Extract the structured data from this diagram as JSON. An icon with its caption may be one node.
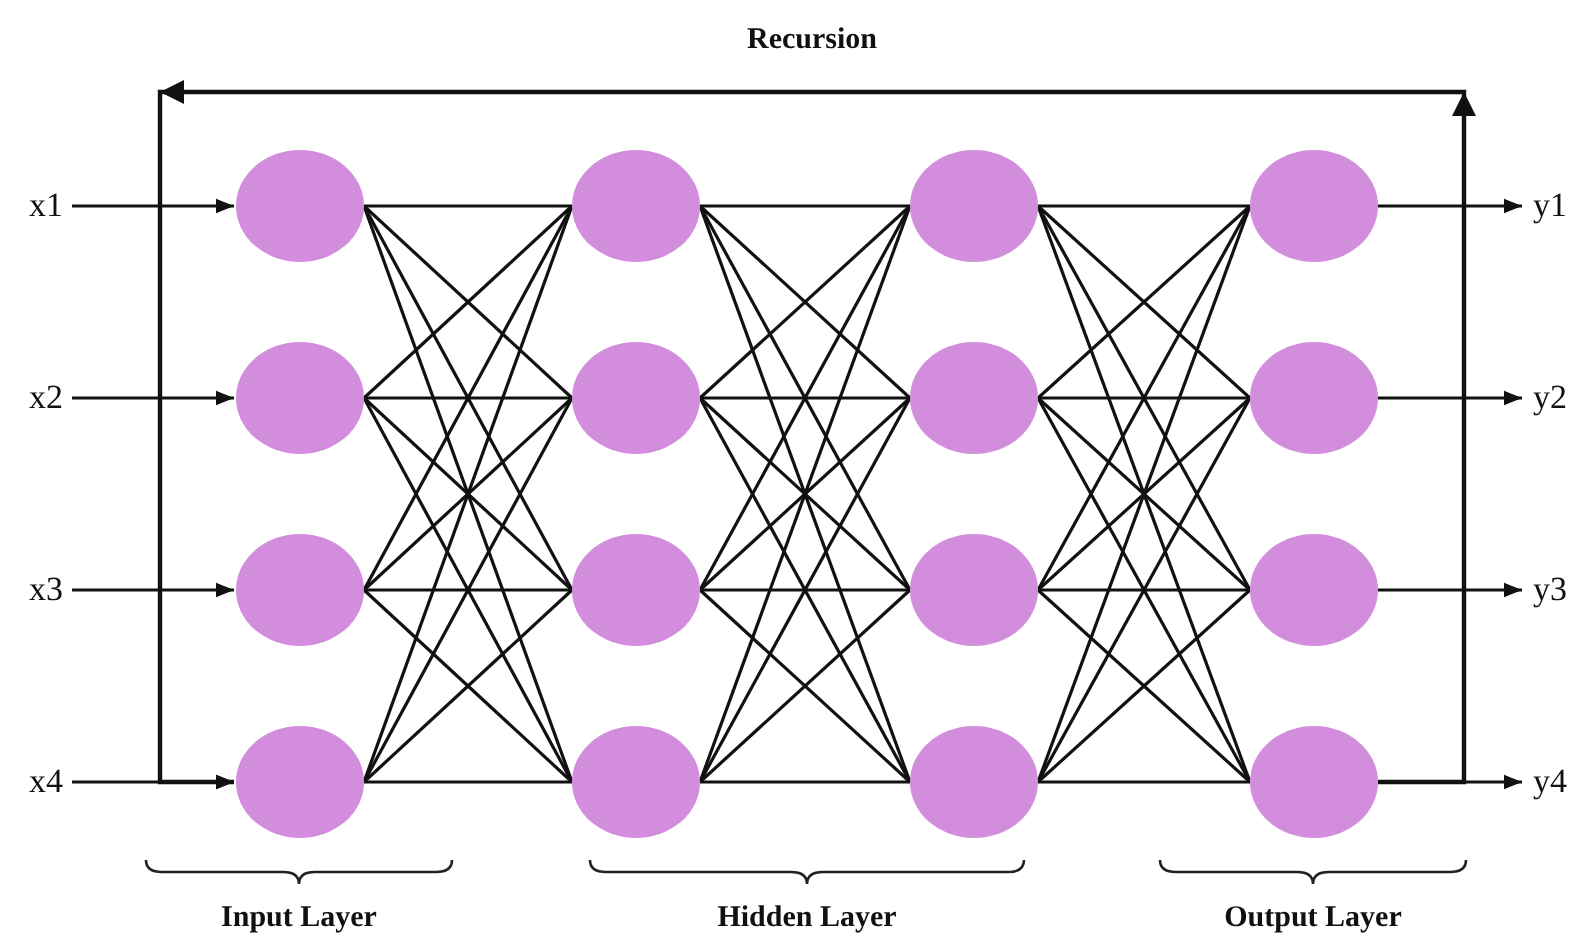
{
  "diagram": {
    "nodes": [
      {
        "text": [
          "x1"
        ]
      },
      {
        "text": [
          "x2"
        ]
      },
      {
        "text": [
          "x3"
        ]
      },
      {
        "text": [
          "x4"
        ]
      },
      {
        "text": [],
        "shape": "circle"
      },
      {
        "text": [],
        "shape": "circle"
      },
      {
        "text": [],
        "shape": "circle"
      },
      {
        "text": [],
        "shape": "circle"
      },
      {
        "text": [],
        "shape": "circle"
      },
      {
        "text": [],
        "shape": "circle"
      },
      {
        "text": [],
        "shape": "circle"
      },
      {
        "text": [],
        "shape": "circle"
      },
      {
        "text": [],
        "shape": "circle"
      },
      {
        "text": [],
        "shape": "circle"
      },
      {
        "text": [],
        "shape": "circle"
      },
      {
        "text": [],
        "shape": "circle"
      },
      {
        "text": [],
        "shape": "circle"
      },
      {
        "text": [],
        "shape": "circle"
      },
      {
        "text": [],
        "shape": "circle"
      },
      {
        "text": [],
        "shape": "circle"
      },
      {
        "text": [
          "y1"
        ]
      },
      {
        "text": [
          "y2"
        ]
      },
      {
        "text": [
          "y3"
        ]
      },
      {
        "text": [
          "y4"
        ]
      }
    ],
    "edges": [
      {
        "from": 0,
        "to": 4,
        "arrow": "to"
      },
      {
        "from": 1,
        "to": 5,
        "arrow": "to"
      },
      {
        "from": 2,
        "to": 6,
        "arrow": "to"
      },
      {
        "from": 3,
        "to": 7,
        "arrow": "to"
      },
      {
        "from": 4,
        "to": 8,
        "arrow": "none"
      },
      {
        "from": 4,
        "to": 9,
        "arrow": "none"
      },
      {
        "from": 4,
        "to": 10,
        "arrow": "none"
      },
      {
        "from": 4,
        "to": 11,
        "arrow": "none"
      },
      {
        "from": 5,
        "to": 8,
        "arrow": "none"
      },
      {
        "from": 5,
        "to": 9,
        "arrow": "none"
      },
      {
        "from": 5,
        "to": 10,
        "arrow": "none"
      },
      {
        "from": 5,
        "to": 11,
        "arrow": "none"
      },
      {
        "from": 6,
        "to": 8,
        "arrow": "none"
      },
      {
        "from": 6,
        "to": 9,
        "arrow": "none"
      },
      {
        "from": 6,
        "to": 10,
        "arrow": "none"
      },
      {
        "from": 6,
        "to": 11,
        "arrow": "none"
      },
      {
        "from": 7,
        "to": 8,
        "arrow": "none"
      },
      {
        "from": 7,
        "to": 9,
        "arrow": "none"
      },
      {
        "from": 7,
        "to": 10,
        "arrow": "none"
      },
      {
        "from": 7,
        "to": 11,
        "arrow": "none"
      },
      {
        "from": 8,
        "to": 12,
        "arrow": "none"
      },
      {
        "from": 8,
        "to": 13,
        "arrow": "none"
      },
      {
        "from": 8,
        "to": 14,
        "arrow": "none"
      },
      {
        "from": 8,
        "to": 15,
        "arrow": "none"
      },
      {
        "from": 9,
        "to": 12,
        "arrow": "none"
      },
      {
        "from": 9,
        "to": 13,
        "arrow": "none"
      },
      {
        "from": 9,
        "to": 14,
        "arrow": "none"
      },
      {
        "from": 9,
        "to": 15,
        "arrow": "none"
      },
      {
        "from": 10,
        "to": 12,
        "arrow": "none"
      },
      {
        "from": 10,
        "to": 13,
        "arrow": "none"
      },
      {
        "from": 10,
        "to": 14,
        "arrow": "none"
      },
      {
        "from": 10,
        "to": 15,
        "arrow": "none"
      },
      {
        "from": 11,
        "to": 12,
        "arrow": "none"
      },
      {
        "from": 11,
        "to": 13,
        "arrow": "none"
      },
      {
        "from": 11,
        "to": 14,
        "arrow": "none"
      },
      {
        "from": 11,
        "to": 15,
        "arrow": "none"
      },
      {
        "from": 12,
        "to": 16,
        "arrow": "none"
      },
      {
        "from": 12,
        "to": 17,
        "arrow": "none"
      },
      {
        "from": 12,
        "to": 18,
        "arrow": "none"
      },
      {
        "from": 12,
        "to": 19,
        "arrow": "none"
      },
      {
        "from": 13,
        "to": 16,
        "arrow": "none"
      },
      {
        "from": 13,
        "to": 17,
        "arrow": "none"
      },
      {
        "from": 13,
        "to": 18,
        "arrow": "none"
      },
      {
        "from": 13,
        "to": 19,
        "arrow": "none"
      },
      {
        "from": 14,
        "to": 16,
        "arrow": "none"
      },
      {
        "from": 14,
        "to": 17,
        "arrow": "none"
      },
      {
        "from": 14,
        "to": 18,
        "arrow": "none"
      },
      {
        "from": 14,
        "to": 19,
        "arrow": "none"
      },
      {
        "from": 15,
        "to": 16,
        "arrow": "none"
      },
      {
        "from": 15,
        "to": 17,
        "arrow": "none"
      },
      {
        "from": 15,
        "to": 18,
        "arrow": "none"
      },
      {
        "from": 15,
        "to": 19,
        "arrow": "none"
      },
      {
        "from": 16,
        "to": 20,
        "arrow": "to"
      },
      {
        "from": 17,
        "to": 21,
        "arrow": "to"
      },
      {
        "from": 18,
        "to": 22,
        "arrow": "to"
      },
      {
        "from": 19,
        "to": 23,
        "arrow": "to"
      },
      {
        "from": 19,
        "to": 7,
        "arrow": "to",
        "label": "Recursion"
      }
    ],
    "labels": [
      "Input Layer",
      "Hidden Layer",
      "Output Layer"
    ]
  }
}
